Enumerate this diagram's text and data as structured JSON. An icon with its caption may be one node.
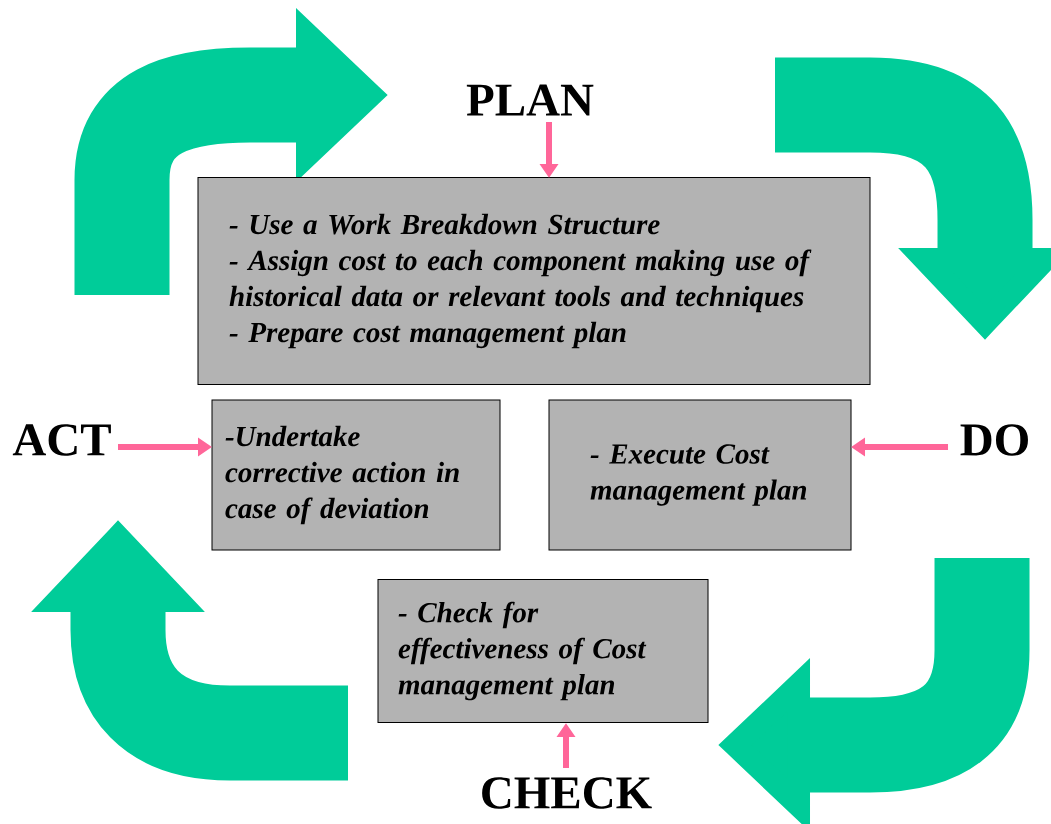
{
  "diagram": {
    "nodes": [
      {
        "text": [
          "PLAN"
        ]
      },
      {
        "text": [
          "- Use a Work Breakdown Structure",
          "- Assign cost to each component making use of historical data or relevant tools and techniques",
          "- Prepare cost management plan"
        ]
      },
      {
        "text": [
          "ACT"
        ]
      },
      {
        "text": [
          "-Undertake corrective action in case of deviation"
        ]
      },
      {
        "text": [
          "- Execute Cost management plan"
        ]
      },
      {
        "text": [
          "DO"
        ]
      },
      {
        "text": [
          "- Check for effectiveness of Cost management plan"
        ]
      },
      {
        "text": [
          "CHECK"
        ]
      }
    ],
    "edges": [
      {
        "from": 0,
        "to": 1,
        "arrow": "to",
        "color": "#ff6699"
      },
      {
        "from": 2,
        "to": 3,
        "arrow": "to",
        "color": "#ff6699"
      },
      {
        "from": 5,
        "to": 4,
        "arrow": "to",
        "color": "#ff6699"
      },
      {
        "from": 7,
        "to": 6,
        "arrow": "to",
        "color": "#ff6699"
      }
    ]
  }
}
